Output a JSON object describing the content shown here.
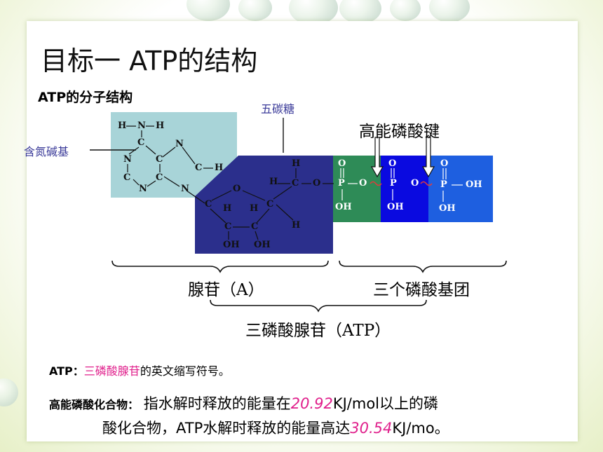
{
  "slide": {
    "title": "目标一   ATP的结构",
    "subtitle": "ATP的分子结构"
  },
  "diagram": {
    "sugar_label": "五碳糖",
    "base_label": "含氮碱基",
    "high_energy_bond_label": "高能磷酸键",
    "adenosine_label": "腺苷（A）",
    "phosphate_groups_label": "三个磷酸基团",
    "atp_full_label": "三磷酸腺苷（ATP）",
    "colors": {
      "base_bg": "#a8d4d8",
      "sugar_bg": "#2b2f8c",
      "p1_bg": "#2e8b57",
      "p2_bg": "#0a0ae0",
      "p3_bg": "#1e5fe0",
      "bond_mark": "#e03c3c"
    }
  },
  "text": {
    "line1_prefix": "ATP：",
    "line1_highlight": "三磷酸腺苷",
    "line1_suffix": "的英文缩写符号。",
    "line2_prefix": "高能磷酸化合物：",
    "line2_body": " 指水解时释放的能量在",
    "line2_value": "20.92",
    "line2_tail": "KJ/mol以上的磷",
    "line3_body": "酸化合物，ATP水解时释放的能量高达",
    "line3_value": "30.54",
    "line3_tail": "KJ/mo。"
  }
}
